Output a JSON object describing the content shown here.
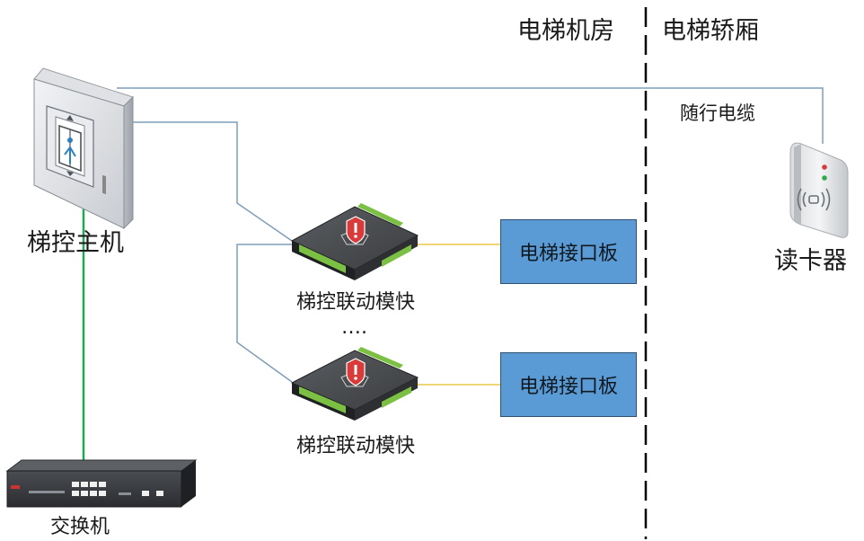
{
  "zones": {
    "machine_room": "电梯机房",
    "car": "电梯轿厢"
  },
  "devices": {
    "controller": "梯控主机",
    "reader": "读卡器",
    "switch": "交换机",
    "module_1": "梯控联动模快",
    "module_2": "梯控联动模快",
    "ellipsis": "….",
    "panel_1": "电梯接口板",
    "panel_2": "电梯接口板"
  },
  "cable": {
    "label": "随行电缆"
  },
  "colors": {
    "line_blue": "#7f9db9",
    "line_green": "#22a852",
    "line_yellow": "#e8c84a",
    "panel_fill": "#5b9bd5",
    "divider": "#000000"
  }
}
